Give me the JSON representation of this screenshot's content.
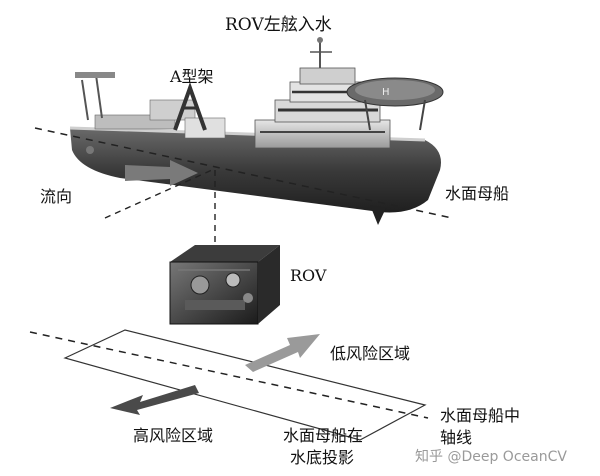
{
  "labels": {
    "rov_launch": "ROV左舷入水",
    "a_frame": "A型架",
    "flow_direction": "流向",
    "mother_ship": "水面母船",
    "rov": "ROV",
    "low_risk": "低风险区域",
    "high_risk": "高风险区域",
    "ship_projection_line1": "水面母船在",
    "ship_projection_line2": "水底投影",
    "ship_axis_line1": "水面母船中",
    "ship_axis_line2": "轴线"
  },
  "watermark": "知乎 @Deep OceanCV",
  "colors": {
    "hull": "#444444",
    "superstructure": "#d8d8d8",
    "arrow_gray": "#8a8a8a",
    "arrow_dark": "#555555",
    "dashed_line": "#222222"
  }
}
